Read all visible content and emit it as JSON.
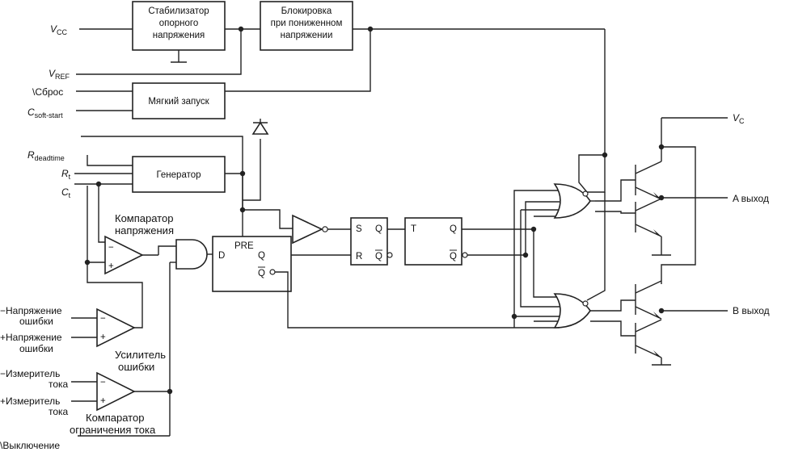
{
  "blocks": {
    "ref_regulator": [
      "Стабилизатор",
      "опорного",
      "напряжения"
    ],
    "uvlo": [
      "Блокировка",
      "при пониженном",
      "напряжении"
    ],
    "soft_start": "Мягкий запуск",
    "oscillator": "Генератор"
  },
  "inputs": {
    "vcc": {
      "main": "V",
      "sub": "CC"
    },
    "vref": {
      "main": "V",
      "sub": "REF"
    },
    "reset": "\\Сброс",
    "csoft": {
      "main": "C",
      "sub": "soft-start"
    },
    "rdead": {
      "main": "R",
      "sub": "deadtime"
    },
    "rt": {
      "main": "R",
      "sub": "t"
    },
    "ct": {
      "main": "C",
      "sub": "t"
    },
    "err_minus": [
      "−Напряжение",
      "ошибки"
    ],
    "err_plus": [
      "+Напряжение",
      "ошибки"
    ],
    "cs_minus": [
      "−Измеритель",
      "тока"
    ],
    "cs_plus": [
      "+Измеритель",
      "тока"
    ],
    "shutdown": "\\Выключение"
  },
  "labels": {
    "voltage_comparator": [
      "Компаратор",
      "напряжения"
    ],
    "error_amp": [
      "Усилитель",
      "ошибки"
    ],
    "current_comparator": [
      "Компаратор",
      "ограничения тока"
    ]
  },
  "flipflop_d": {
    "pre": "PRE",
    "d": "D",
    "q": "Q",
    "qbar": "Q"
  },
  "latch_sr": {
    "s": "S",
    "r": "R",
    "q": "Q",
    "qbar": "Q"
  },
  "flipflop_t": {
    "t": "T",
    "q": "Q",
    "qbar": "Q"
  },
  "outputs": {
    "vc": {
      "main": "V",
      "sub": "C"
    },
    "out_a": "A выход",
    "out_b": "B выход"
  },
  "signs": {
    "minus": "−",
    "plus": "+"
  }
}
